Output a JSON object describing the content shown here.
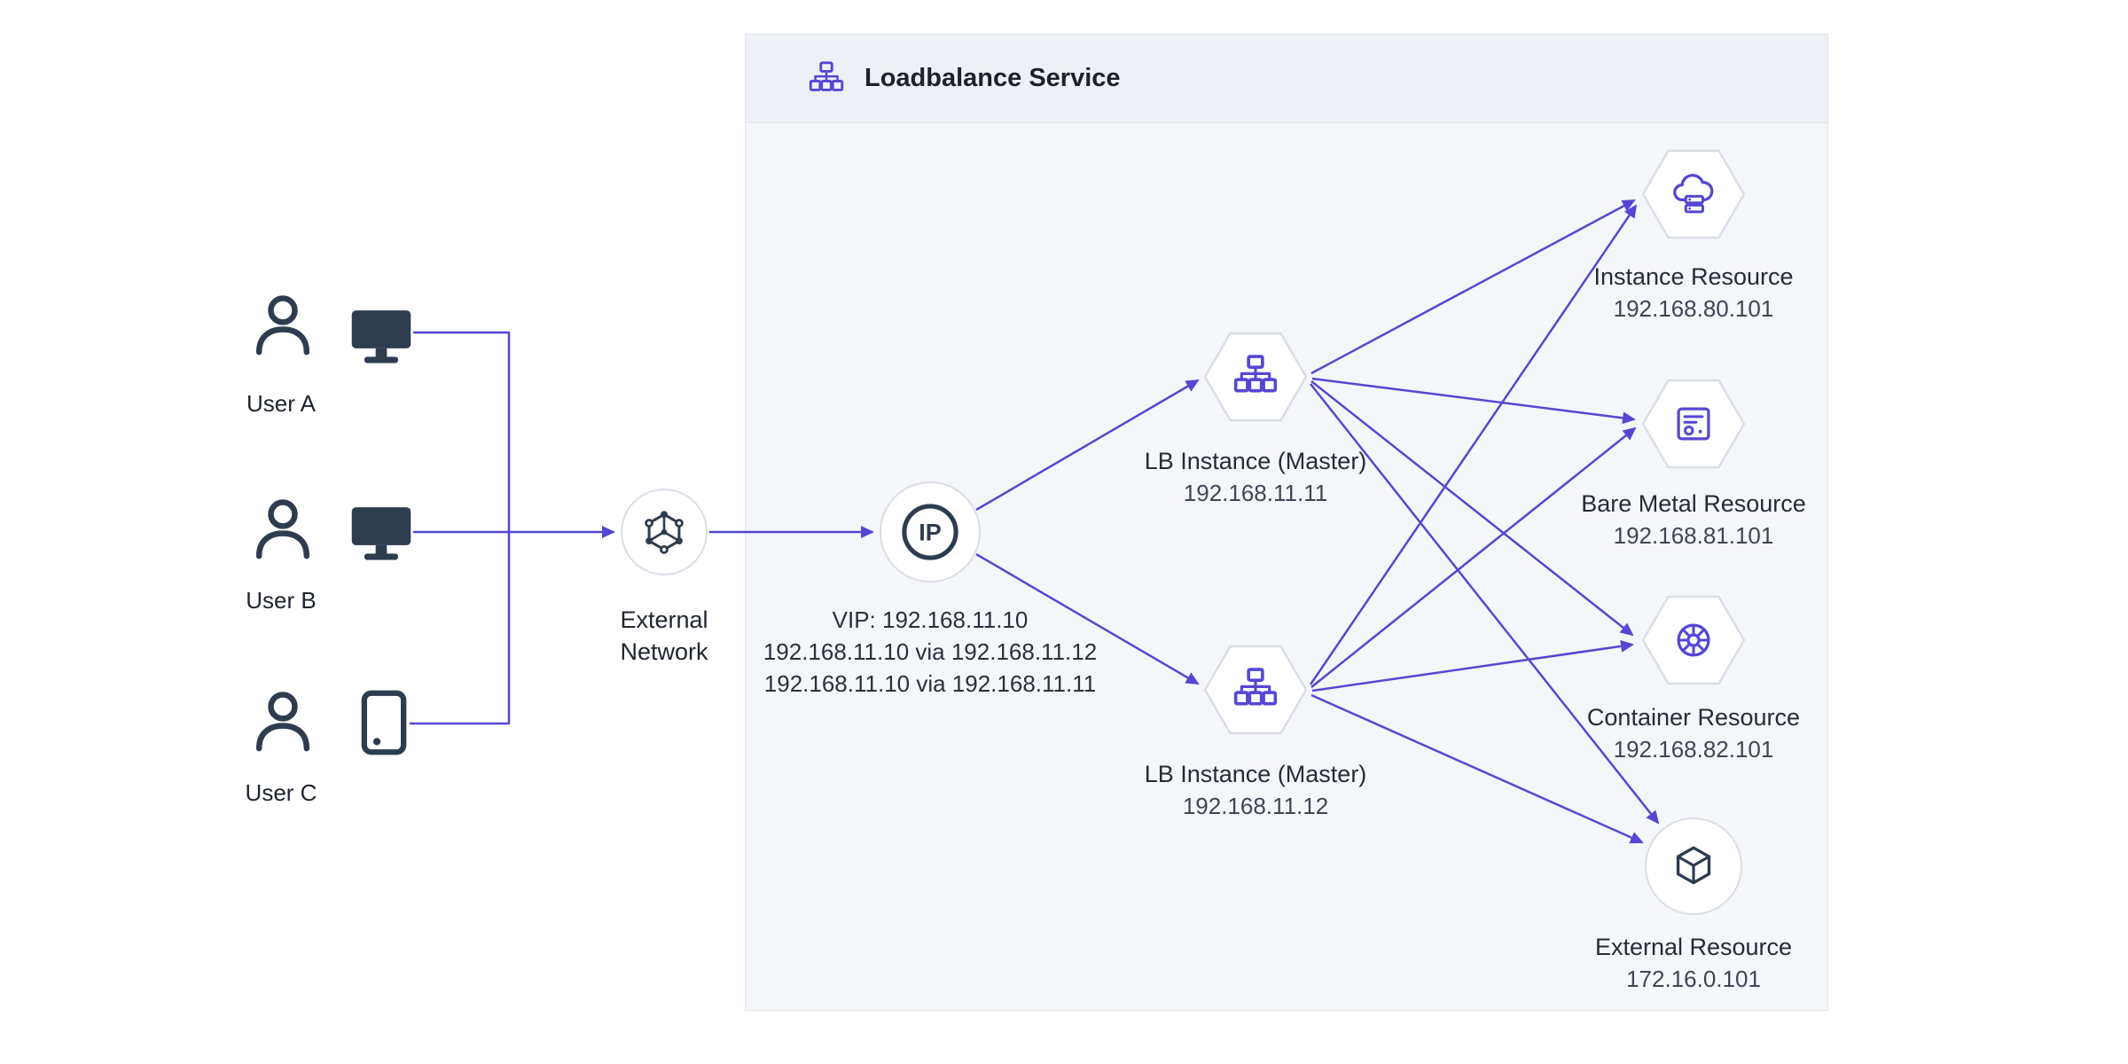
{
  "colors": {
    "accent": "#5547d3",
    "dark": "#2e3c50",
    "node_border": "#d9dde5",
    "box_bg": "#f5f6f9",
    "box_header_bg": "#eef0f5",
    "box_border": "#e0e3ea"
  },
  "users": [
    {
      "label": "User A",
      "device_icon": "monitor-icon"
    },
    {
      "label": "User B",
      "device_icon": "monitor-icon"
    },
    {
      "label": "User C",
      "device_icon": "tablet-icon"
    }
  ],
  "external_network": {
    "label": "External Network",
    "icon": "network-icon"
  },
  "ip_node": {
    "icon_text": "IP",
    "line1": "VIP: 192.168.11.10",
    "line2": "192.168.11.10 via 192.168.11.12",
    "line3": "192.168.11.10 via 192.168.11.11"
  },
  "service": {
    "title": "Loadbalance Service",
    "icon": "loadbalancer-icon"
  },
  "lb_instances": [
    {
      "name": "LB Instance (Master)",
      "ip": "192.168.11.11",
      "icon": "loadbalancer-icon"
    },
    {
      "name": "LB Instance (Master)",
      "ip": "192.168.11.12",
      "icon": "loadbalancer-icon"
    }
  ],
  "resources": [
    {
      "name": "Instance Resource",
      "ip": "192.168.80.101",
      "icon": "cloud-server-icon"
    },
    {
      "name": "Bare Metal Resource",
      "ip": "192.168.81.101",
      "icon": "bare-metal-icon"
    },
    {
      "name": "Container Resource",
      "ip": "192.168.82.101",
      "icon": "helm-wheel-icon"
    },
    {
      "name": "External Resource",
      "ip": "172.16.0.101",
      "icon": "cube-icon"
    }
  ]
}
